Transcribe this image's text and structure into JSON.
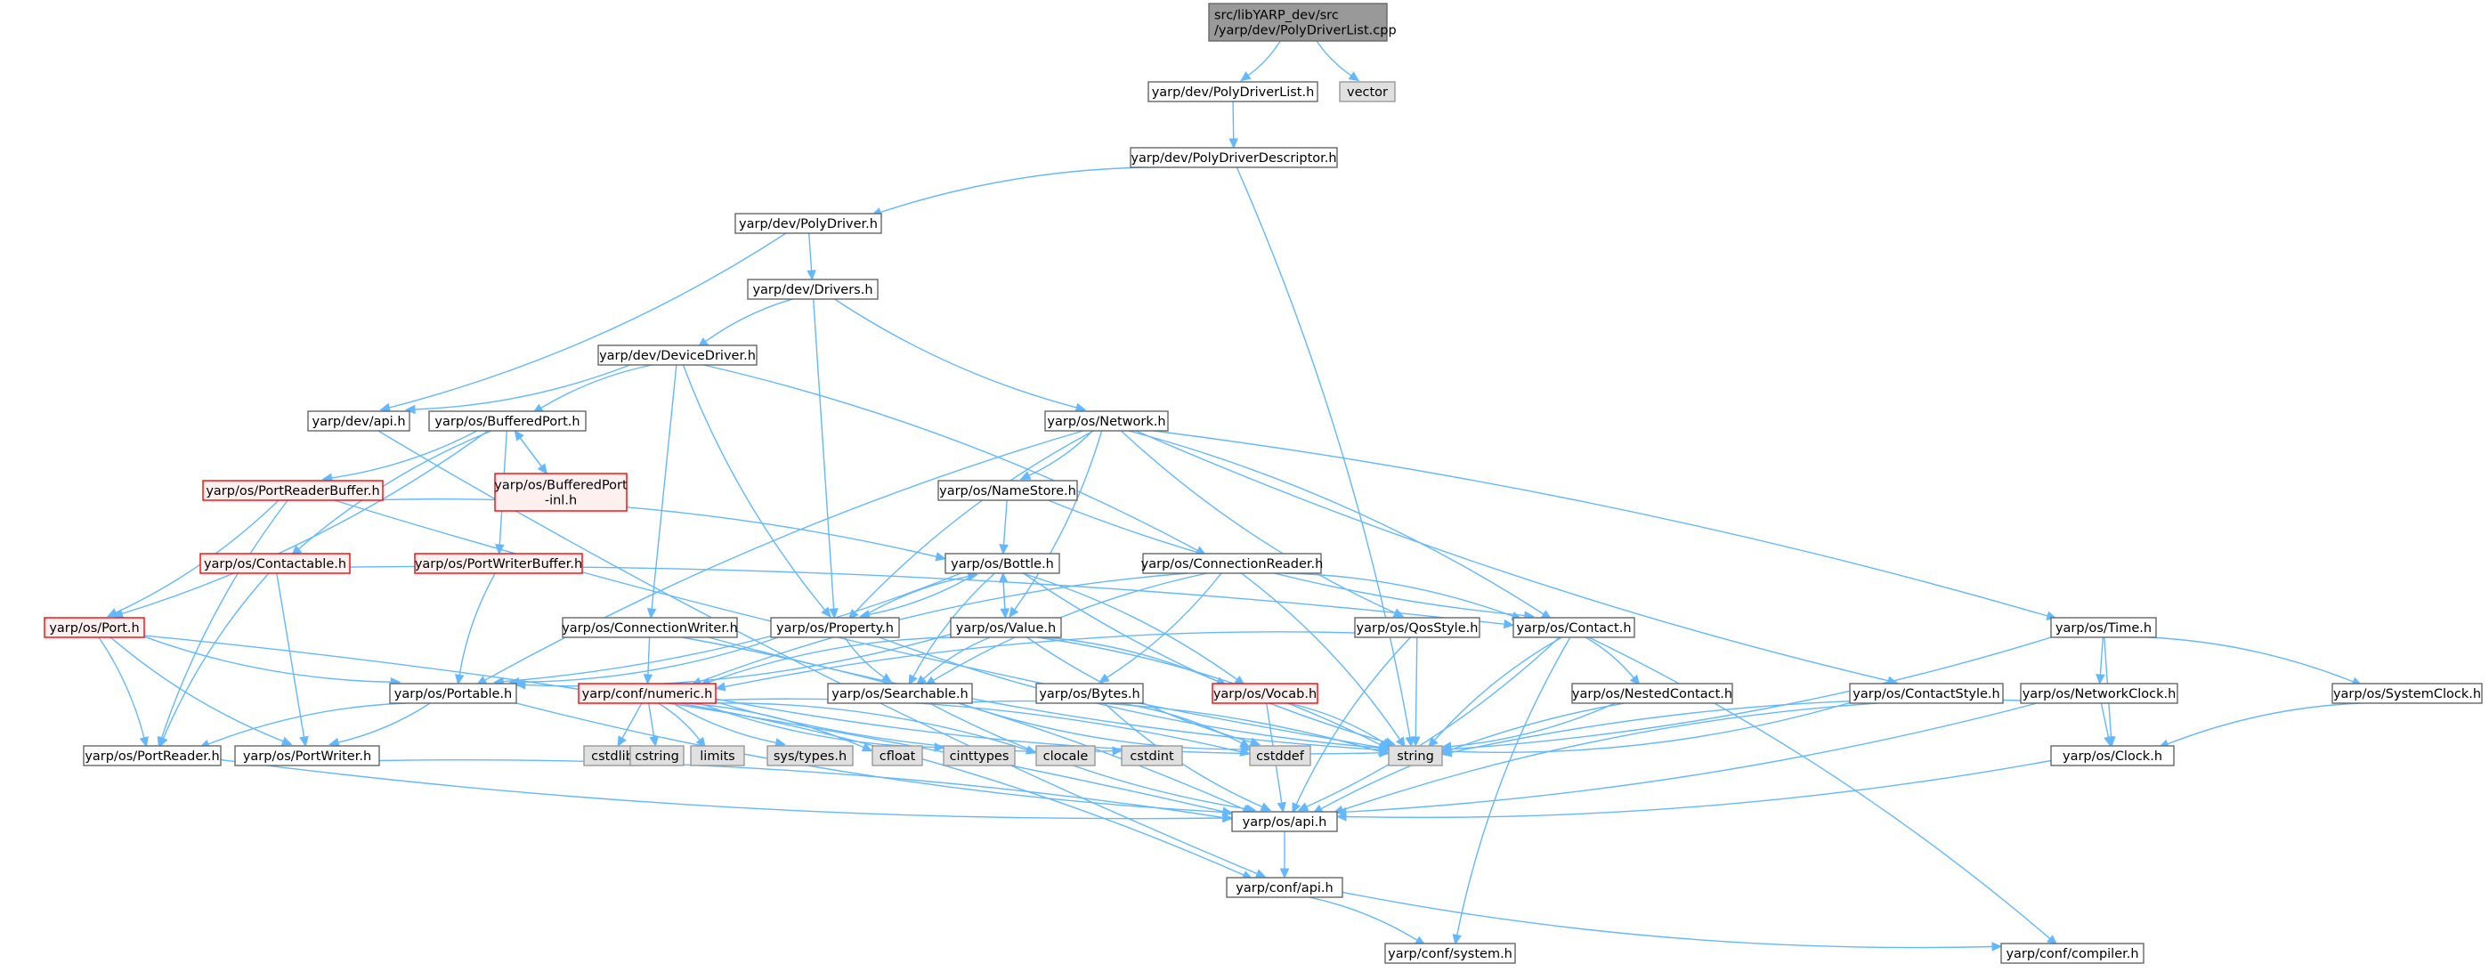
{
  "graph": {
    "root": "src/libYARP_dev/src/yarp/dev/PolyDriverList.cpp",
    "colors": {
      "edge": "#63b8ff",
      "root_fill": "#999999",
      "system_fill": "#e0e0e0",
      "system_stroke": "#999999",
      "header_fill": "#ffffff",
      "header_stroke": "#666666",
      "truncated_fill": "#fff0f0",
      "truncated_stroke": "#ff0000"
    },
    "nodes": [
      {
        "id": "root",
        "lines": [
          "src/libYARP_dev/src",
          "/yarp/dev/PolyDriverList.cpp"
        ],
        "kind": "root"
      },
      {
        "id": "polydriverlist_h",
        "lines": [
          "yarp/dev/PolyDriverList.h"
        ],
        "kind": "header"
      },
      {
        "id": "vector",
        "lines": [
          "vector"
        ],
        "kind": "system"
      },
      {
        "id": "polydriverdescriptor_h",
        "lines": [
          "yarp/dev/PolyDriverDescriptor.h"
        ],
        "kind": "header"
      },
      {
        "id": "polydriver_h",
        "lines": [
          "yarp/dev/PolyDriver.h"
        ],
        "kind": "header"
      },
      {
        "id": "drivers_h",
        "lines": [
          "yarp/dev/Drivers.h"
        ],
        "kind": "header"
      },
      {
        "id": "devicedriver_h",
        "lines": [
          "yarp/dev/DeviceDriver.h"
        ],
        "kind": "header"
      },
      {
        "id": "dev_api_h",
        "lines": [
          "yarp/dev/api.h"
        ],
        "kind": "header"
      },
      {
        "id": "bufferedport_h",
        "lines": [
          "yarp/os/BufferedPort.h"
        ],
        "kind": "header"
      },
      {
        "id": "bufferedport_inl_h",
        "lines": [
          "yarp/os/BufferedPort",
          "-inl.h"
        ],
        "kind": "truncated"
      },
      {
        "id": "network_h",
        "lines": [
          "yarp/os/Network.h"
        ],
        "kind": "header"
      },
      {
        "id": "portreaderbuffer_h",
        "lines": [
          "yarp/os/PortReaderBuffer.h"
        ],
        "kind": "truncated"
      },
      {
        "id": "namestore_h",
        "lines": [
          "yarp/os/NameStore.h"
        ],
        "kind": "header"
      },
      {
        "id": "contactable_h",
        "lines": [
          "yarp/os/Contactable.h"
        ],
        "kind": "truncated"
      },
      {
        "id": "portwriterbuffer_h",
        "lines": [
          "yarp/os/PortWriterBuffer.h"
        ],
        "kind": "truncated"
      },
      {
        "id": "bottle_h",
        "lines": [
          "yarp/os/Bottle.h"
        ],
        "kind": "header"
      },
      {
        "id": "connectionreader_h",
        "lines": [
          "yarp/os/ConnectionReader.h"
        ],
        "kind": "header"
      },
      {
        "id": "port_h",
        "lines": [
          "yarp/os/Port.h"
        ],
        "kind": "truncated"
      },
      {
        "id": "connectionwriter_h",
        "lines": [
          "yarp/os/ConnectionWriter.h"
        ],
        "kind": "header"
      },
      {
        "id": "property_h",
        "lines": [
          "yarp/os/Property.h"
        ],
        "kind": "header"
      },
      {
        "id": "value_h",
        "lines": [
          "yarp/os/Value.h"
        ],
        "kind": "header"
      },
      {
        "id": "qosstyle_h",
        "lines": [
          "yarp/os/QosStyle.h"
        ],
        "kind": "header"
      },
      {
        "id": "contact_h",
        "lines": [
          "yarp/os/Contact.h"
        ],
        "kind": "header"
      },
      {
        "id": "time_h",
        "lines": [
          "yarp/os/Time.h"
        ],
        "kind": "header"
      },
      {
        "id": "portable_h",
        "lines": [
          "yarp/os/Portable.h"
        ],
        "kind": "header"
      },
      {
        "id": "numeric_h",
        "lines": [
          "yarp/conf/numeric.h"
        ],
        "kind": "truncated"
      },
      {
        "id": "searchable_h",
        "lines": [
          "yarp/os/Searchable.h"
        ],
        "kind": "header"
      },
      {
        "id": "bytes_h",
        "lines": [
          "yarp/os/Bytes.h"
        ],
        "kind": "header"
      },
      {
        "id": "vocab_h",
        "lines": [
          "yarp/os/Vocab.h"
        ],
        "kind": "truncated"
      },
      {
        "id": "nestedcontact_h",
        "lines": [
          "yarp/os/NestedContact.h"
        ],
        "kind": "header"
      },
      {
        "id": "contactstyle_h",
        "lines": [
          "yarp/os/ContactStyle.h"
        ],
        "kind": "header"
      },
      {
        "id": "networkclock_h",
        "lines": [
          "yarp/os/NetworkClock.h"
        ],
        "kind": "header"
      },
      {
        "id": "systemclock_h",
        "lines": [
          "yarp/os/SystemClock.h"
        ],
        "kind": "header"
      },
      {
        "id": "portreader_h",
        "lines": [
          "yarp/os/PortReader.h"
        ],
        "kind": "header"
      },
      {
        "id": "portwriter_h",
        "lines": [
          "yarp/os/PortWriter.h"
        ],
        "kind": "header"
      },
      {
        "id": "cstdlib",
        "lines": [
          "cstdlib"
        ],
        "kind": "system"
      },
      {
        "id": "cstring",
        "lines": [
          "cstring"
        ],
        "kind": "system"
      },
      {
        "id": "limits",
        "lines": [
          "limits"
        ],
        "kind": "system"
      },
      {
        "id": "systypes",
        "lines": [
          "sys/types.h"
        ],
        "kind": "system"
      },
      {
        "id": "cfloat",
        "lines": [
          "cfloat"
        ],
        "kind": "system"
      },
      {
        "id": "cinttypes",
        "lines": [
          "cinttypes"
        ],
        "kind": "system"
      },
      {
        "id": "clocale",
        "lines": [
          "clocale"
        ],
        "kind": "system"
      },
      {
        "id": "cstdint",
        "lines": [
          "cstdint"
        ],
        "kind": "system"
      },
      {
        "id": "cstddef",
        "lines": [
          "cstddef"
        ],
        "kind": "system"
      },
      {
        "id": "string",
        "lines": [
          "string"
        ],
        "kind": "system"
      },
      {
        "id": "clock_h",
        "lines": [
          "yarp/os/Clock.h"
        ],
        "kind": "header"
      },
      {
        "id": "os_api_h",
        "lines": [
          "yarp/os/api.h"
        ],
        "kind": "header"
      },
      {
        "id": "conf_api_h",
        "lines": [
          "yarp/conf/api.h"
        ],
        "kind": "header"
      },
      {
        "id": "system_h",
        "lines": [
          "yarp/conf/system.h"
        ],
        "kind": "header"
      },
      {
        "id": "compiler_h",
        "lines": [
          "yarp/conf/compiler.h"
        ],
        "kind": "header"
      }
    ],
    "edges": [
      [
        "root",
        "polydriverlist_h"
      ],
      [
        "root",
        "vector"
      ],
      [
        "polydriverlist_h",
        "polydriverdescriptor_h"
      ],
      [
        "polydriverdescriptor_h",
        "polydriver_h"
      ],
      [
        "polydriverdescriptor_h",
        "string"
      ],
      [
        "polydriver_h",
        "drivers_h"
      ],
      [
        "polydriver_h",
        "dev_api_h"
      ],
      [
        "drivers_h",
        "devicedriver_h"
      ],
      [
        "drivers_h",
        "property_h"
      ],
      [
        "drivers_h",
        "network_h"
      ],
      [
        "devicedriver_h",
        "dev_api_h"
      ],
      [
        "devicedriver_h",
        "bufferedport_h"
      ],
      [
        "devicedriver_h",
        "connectionwriter_h"
      ],
      [
        "devicedriver_h",
        "property_h"
      ],
      [
        "devicedriver_h",
        "connectionreader_h"
      ],
      [
        "dev_api_h",
        "conf_api_h"
      ],
      [
        "bufferedport_h",
        "portreaderbuffer_h"
      ],
      [
        "bufferedport_h",
        "contactable_h"
      ],
      [
        "bufferedport_h",
        "portwriterbuffer_h"
      ],
      [
        "bufferedport_h",
        "bufferedport_inl_h"
      ],
      [
        "bufferedport_h",
        "port_h"
      ],
      [
        "bufferedport_inl_h",
        "bufferedport_h"
      ],
      [
        "portreaderbuffer_h",
        "port_h"
      ],
      [
        "portreaderbuffer_h",
        "portreader_h"
      ],
      [
        "portreaderbuffer_h",
        "bottle_h"
      ],
      [
        "portreaderbuffer_h",
        "string"
      ],
      [
        "contactable_h",
        "contact_h"
      ],
      [
        "contactable_h",
        "portreader_h"
      ],
      [
        "contactable_h",
        "portwriter_h"
      ],
      [
        "portwriterbuffer_h",
        "portable_h"
      ],
      [
        "network_h",
        "namestore_h"
      ],
      [
        "network_h",
        "property_h"
      ],
      [
        "network_h",
        "value_h"
      ],
      [
        "network_h",
        "qosstyle_h"
      ],
      [
        "network_h",
        "contact_h"
      ],
      [
        "network_h",
        "contactstyle_h"
      ],
      [
        "network_h",
        "time_h"
      ],
      [
        "network_h",
        "portable_h"
      ],
      [
        "namestore_h",
        "bottle_h"
      ],
      [
        "namestore_h",
        "contact_h"
      ],
      [
        "bottle_h",
        "property_h"
      ],
      [
        "bottle_h",
        "value_h"
      ],
      [
        "bottle_h",
        "portable_h"
      ],
      [
        "bottle_h",
        "searchable_h"
      ],
      [
        "bottle_h",
        "vocab_h"
      ],
      [
        "bottle_h",
        "string"
      ],
      [
        "connectionreader_h",
        "contact_h"
      ],
      [
        "connectionreader_h",
        "numeric_h"
      ],
      [
        "connectionreader_h",
        "bytes_h"
      ],
      [
        "connectionreader_h",
        "searchable_h"
      ],
      [
        "connectionreader_h",
        "string"
      ],
      [
        "port_h",
        "portable_h"
      ],
      [
        "port_h",
        "portreader_h"
      ],
      [
        "port_h",
        "portwriter_h"
      ],
      [
        "port_h",
        "os_api_h"
      ],
      [
        "connectionwriter_h",
        "numeric_h"
      ],
      [
        "connectionwriter_h",
        "os_api_h"
      ],
      [
        "connectionwriter_h",
        "string"
      ],
      [
        "property_h",
        "bottle_h"
      ],
      [
        "property_h",
        "searchable_h"
      ],
      [
        "property_h",
        "portable_h"
      ],
      [
        "property_h",
        "string"
      ],
      [
        "value_h",
        "bottle_h"
      ],
      [
        "value_h",
        "numeric_h"
      ],
      [
        "value_h",
        "portable_h"
      ],
      [
        "value_h",
        "searchable_h"
      ],
      [
        "value_h",
        "vocab_h"
      ],
      [
        "value_h",
        "cstddef"
      ],
      [
        "value_h",
        "string"
      ],
      [
        "qosstyle_h",
        "numeric_h"
      ],
      [
        "qosstyle_h",
        "string"
      ],
      [
        "qosstyle_h",
        "os_api_h"
      ],
      [
        "contact_h",
        "nestedcontact_h"
      ],
      [
        "contact_h",
        "string"
      ],
      [
        "contact_h",
        "os_api_h"
      ],
      [
        "contact_h",
        "system_h"
      ],
      [
        "contact_h",
        "compiler_h"
      ],
      [
        "time_h",
        "networkclock_h"
      ],
      [
        "time_h",
        "systemclock_h"
      ],
      [
        "time_h",
        "clock_h"
      ],
      [
        "time_h",
        "string"
      ],
      [
        "portable_h",
        "portreader_h"
      ],
      [
        "portable_h",
        "portwriter_h"
      ],
      [
        "portable_h",
        "os_api_h"
      ],
      [
        "numeric_h",
        "cstdlib"
      ],
      [
        "numeric_h",
        "cstring"
      ],
      [
        "numeric_h",
        "limits"
      ],
      [
        "numeric_h",
        "systypes"
      ],
      [
        "numeric_h",
        "cfloat"
      ],
      [
        "numeric_h",
        "cinttypes"
      ],
      [
        "numeric_h",
        "clocale"
      ],
      [
        "numeric_h",
        "cstdint"
      ],
      [
        "numeric_h",
        "cstddef"
      ],
      [
        "numeric_h",
        "string"
      ],
      [
        "numeric_h",
        "conf_api_h"
      ],
      [
        "searchable_h",
        "cstddef"
      ],
      [
        "searchable_h",
        "string"
      ],
      [
        "searchable_h",
        "os_api_h"
      ],
      [
        "bytes_h",
        "cstddef"
      ],
      [
        "bytes_h",
        "os_api_h"
      ],
      [
        "vocab_h",
        "string"
      ],
      [
        "vocab_h",
        "os_api_h"
      ],
      [
        "nestedcontact_h",
        "string"
      ],
      [
        "nestedcontact_h",
        "os_api_h"
      ],
      [
        "contactstyle_h",
        "string"
      ],
      [
        "contactstyle_h",
        "os_api_h"
      ],
      [
        "networkclock_h",
        "clock_h"
      ],
      [
        "networkclock_h",
        "string"
      ],
      [
        "networkclock_h",
        "os_api_h"
      ],
      [
        "systemclock_h",
        "clock_h"
      ],
      [
        "clock_h",
        "os_api_h"
      ],
      [
        "portreader_h",
        "os_api_h"
      ],
      [
        "portwriter_h",
        "os_api_h"
      ],
      [
        "os_api_h",
        "conf_api_h"
      ],
      [
        "conf_api_h",
        "system_h"
      ],
      [
        "conf_api_h",
        "compiler_h"
      ]
    ]
  }
}
